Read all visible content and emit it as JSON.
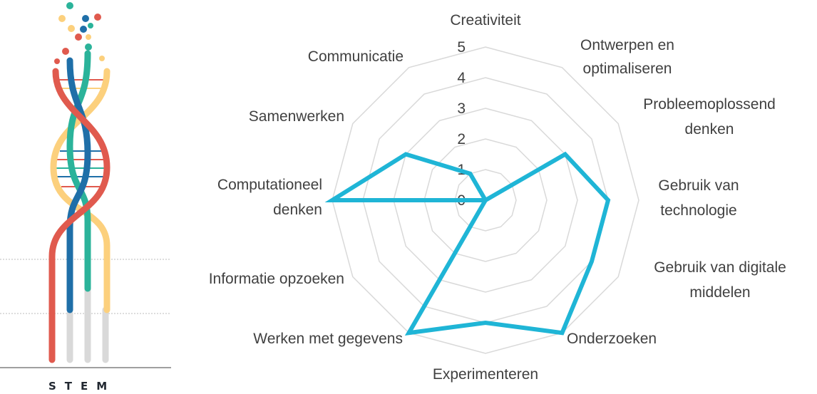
{
  "logo": {
    "text": "STEM",
    "colors": {
      "red": "#e05a4e",
      "blue": "#1f6fa8",
      "green": "#2bb39a",
      "yellow": "#fcd07d",
      "grey": "#d9d9d9",
      "dark": "#222831"
    }
  },
  "chart_data": {
    "type": "radar",
    "title": "",
    "categories": [
      "Creativiteit",
      "Ontwerpen en optimaliseren",
      "Probleemoplossend denken",
      "Gebruik van technologie",
      "Gebruik van digitale middelen",
      "Onderzoeken",
      "Experimenteren",
      "Werken met gegevens",
      "Informatie opzoeken",
      "Computationeel denken",
      "Samenwerken",
      "Communicatie"
    ],
    "series": [
      {
        "name": "",
        "values": [
          0,
          0,
          3,
          4,
          4,
          5,
          4,
          5,
          0,
          5,
          3,
          1
        ],
        "color": "#1fb5d6"
      }
    ],
    "rlim": [
      0,
      5
    ],
    "ticks": [
      "0",
      "1",
      "2",
      "3",
      "4",
      "5"
    ],
    "grid": true,
    "grid_color": "#d9d9d9",
    "legend": "none"
  }
}
